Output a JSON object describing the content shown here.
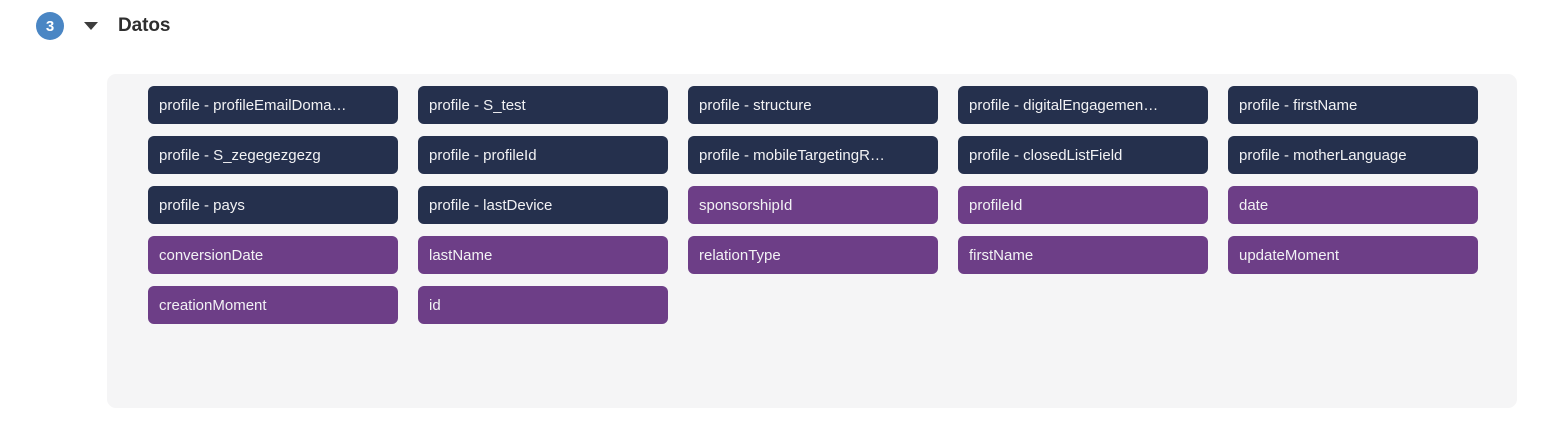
{
  "header": {
    "step_number": "3",
    "title": "Datos",
    "collapse_icon": "chevron-down-icon",
    "badge_color": "#4a86c4"
  },
  "panel": {
    "background": "#f5f5f6",
    "tag_colors": {
      "navy": "#25304d",
      "purple": "#6d3e87"
    },
    "columns": [
      {
        "clipped_top_row": true,
        "tags": [
          {
            "label": "profile - profileEmailDoma…",
            "color": "navy"
          },
          {
            "label": "profile - S_zegegezgezg",
            "color": "navy"
          },
          {
            "label": "profile - pays",
            "color": "navy"
          },
          {
            "label": "conversionDate",
            "color": "purple"
          },
          {
            "label": "creationMoment",
            "color": "purple"
          }
        ]
      },
      {
        "clipped_top_row": true,
        "tags": [
          {
            "label": "profile - S_test",
            "color": "navy"
          },
          {
            "label": "profile - profileId",
            "color": "navy"
          },
          {
            "label": "profile - lastDevice",
            "color": "navy"
          },
          {
            "label": "lastName",
            "color": "purple"
          },
          {
            "label": "id",
            "color": "purple"
          }
        ]
      },
      {
        "clipped_top_row": true,
        "tags": [
          {
            "label": "profile - structure",
            "color": "navy"
          },
          {
            "label": "profile - mobileTargetingR…",
            "color": "navy"
          },
          {
            "label": "sponsorshipId",
            "color": "purple"
          },
          {
            "label": "relationType",
            "color": "purple"
          }
        ]
      },
      {
        "clipped_top_row": true,
        "tags": [
          {
            "label": "profile - digitalEngagemen…",
            "color": "navy"
          },
          {
            "label": "profile - closedListField",
            "color": "navy"
          },
          {
            "label": "profileId",
            "color": "purple"
          },
          {
            "label": "firstName",
            "color": "purple"
          }
        ]
      },
      {
        "clipped_top_row": true,
        "tags": [
          {
            "label": "profile - firstName",
            "color": "navy"
          },
          {
            "label": "profile - motherLanguage",
            "color": "navy"
          },
          {
            "label": "date",
            "color": "purple"
          },
          {
            "label": "updateMoment",
            "color": "purple"
          }
        ]
      }
    ]
  }
}
